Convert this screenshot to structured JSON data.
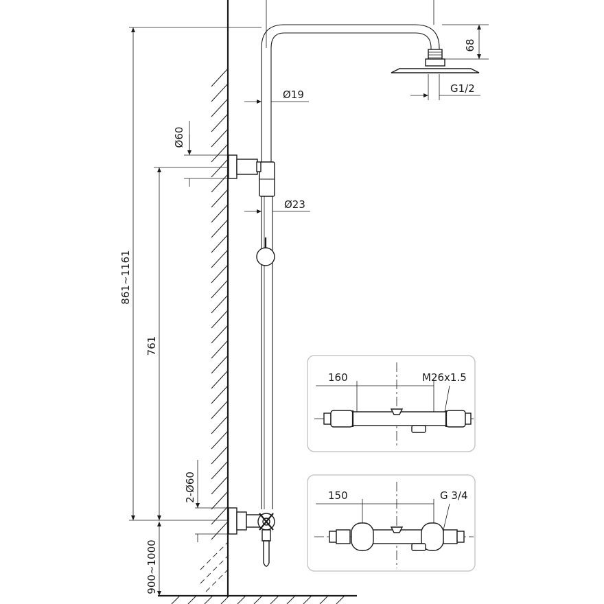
{
  "dimensions": {
    "arm_height": "68",
    "head_thread": "G1/2",
    "upper_pipe_diameter": "Ø19",
    "bracket_diameter": "Ø60",
    "lower_pipe_diameter": "Ø23",
    "total_height": "861~1161",
    "bracket_spacing": "761",
    "valve_brackets": "2-Ø60",
    "mount_height": "900~1000"
  },
  "insets": [
    {
      "width_label": "160",
      "thread_label": "M26x1.5"
    },
    {
      "width_label": "150",
      "thread_label": "G 3/4"
    }
  ]
}
